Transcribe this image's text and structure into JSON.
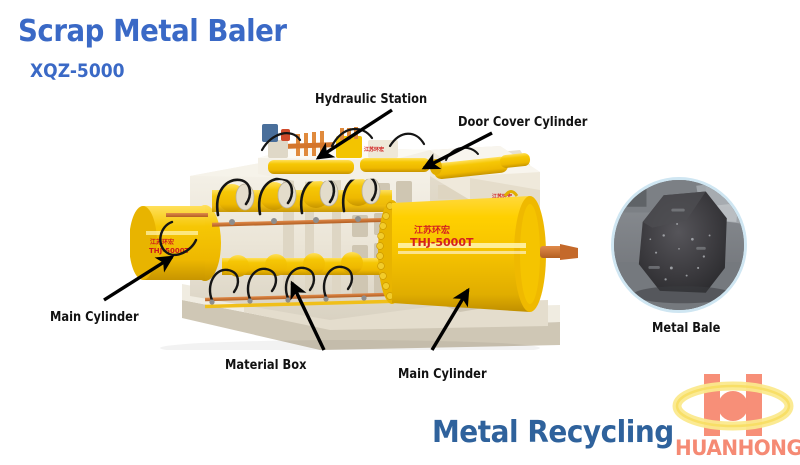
{
  "poster": {
    "title": "Scrap Metal Baler",
    "model": "XQZ-5000",
    "footer_title": "Metal Recycling",
    "title_color": "#3a69c6",
    "footer_color": "#2f629c",
    "background_color": "#ffffff"
  },
  "callouts": [
    {
      "id": "hydraulic-station",
      "label": "Hydraulic Station"
    },
    {
      "id": "door-cover-cylinder",
      "label": "Door Cover Cylinder"
    },
    {
      "id": "main-cylinder-left",
      "label": "Main Cylinder"
    },
    {
      "id": "material-box",
      "label": "Material Box"
    },
    {
      "id": "main-cylinder-bottom",
      "label": "Main Cylinder"
    },
    {
      "id": "metal-bale",
      "label": "Metal Bale"
    }
  ],
  "machine": {
    "body_color": "#efeae0",
    "cylinder_color": "#f5c400",
    "decal_model": "THJ-5000T",
    "decal_brand": "江苏环宏",
    "decal_color": "#d42020"
  },
  "bale_photo": {
    "caption": "Metal Bale",
    "ring_color": "#cfe6f2",
    "bale_color": "#3f3f41",
    "floor_color": "#7f8287"
  },
  "logo": {
    "wordmark": "HUANHONG",
    "mark_color": "#f58a74",
    "ring_color": "#f7e27a"
  }
}
